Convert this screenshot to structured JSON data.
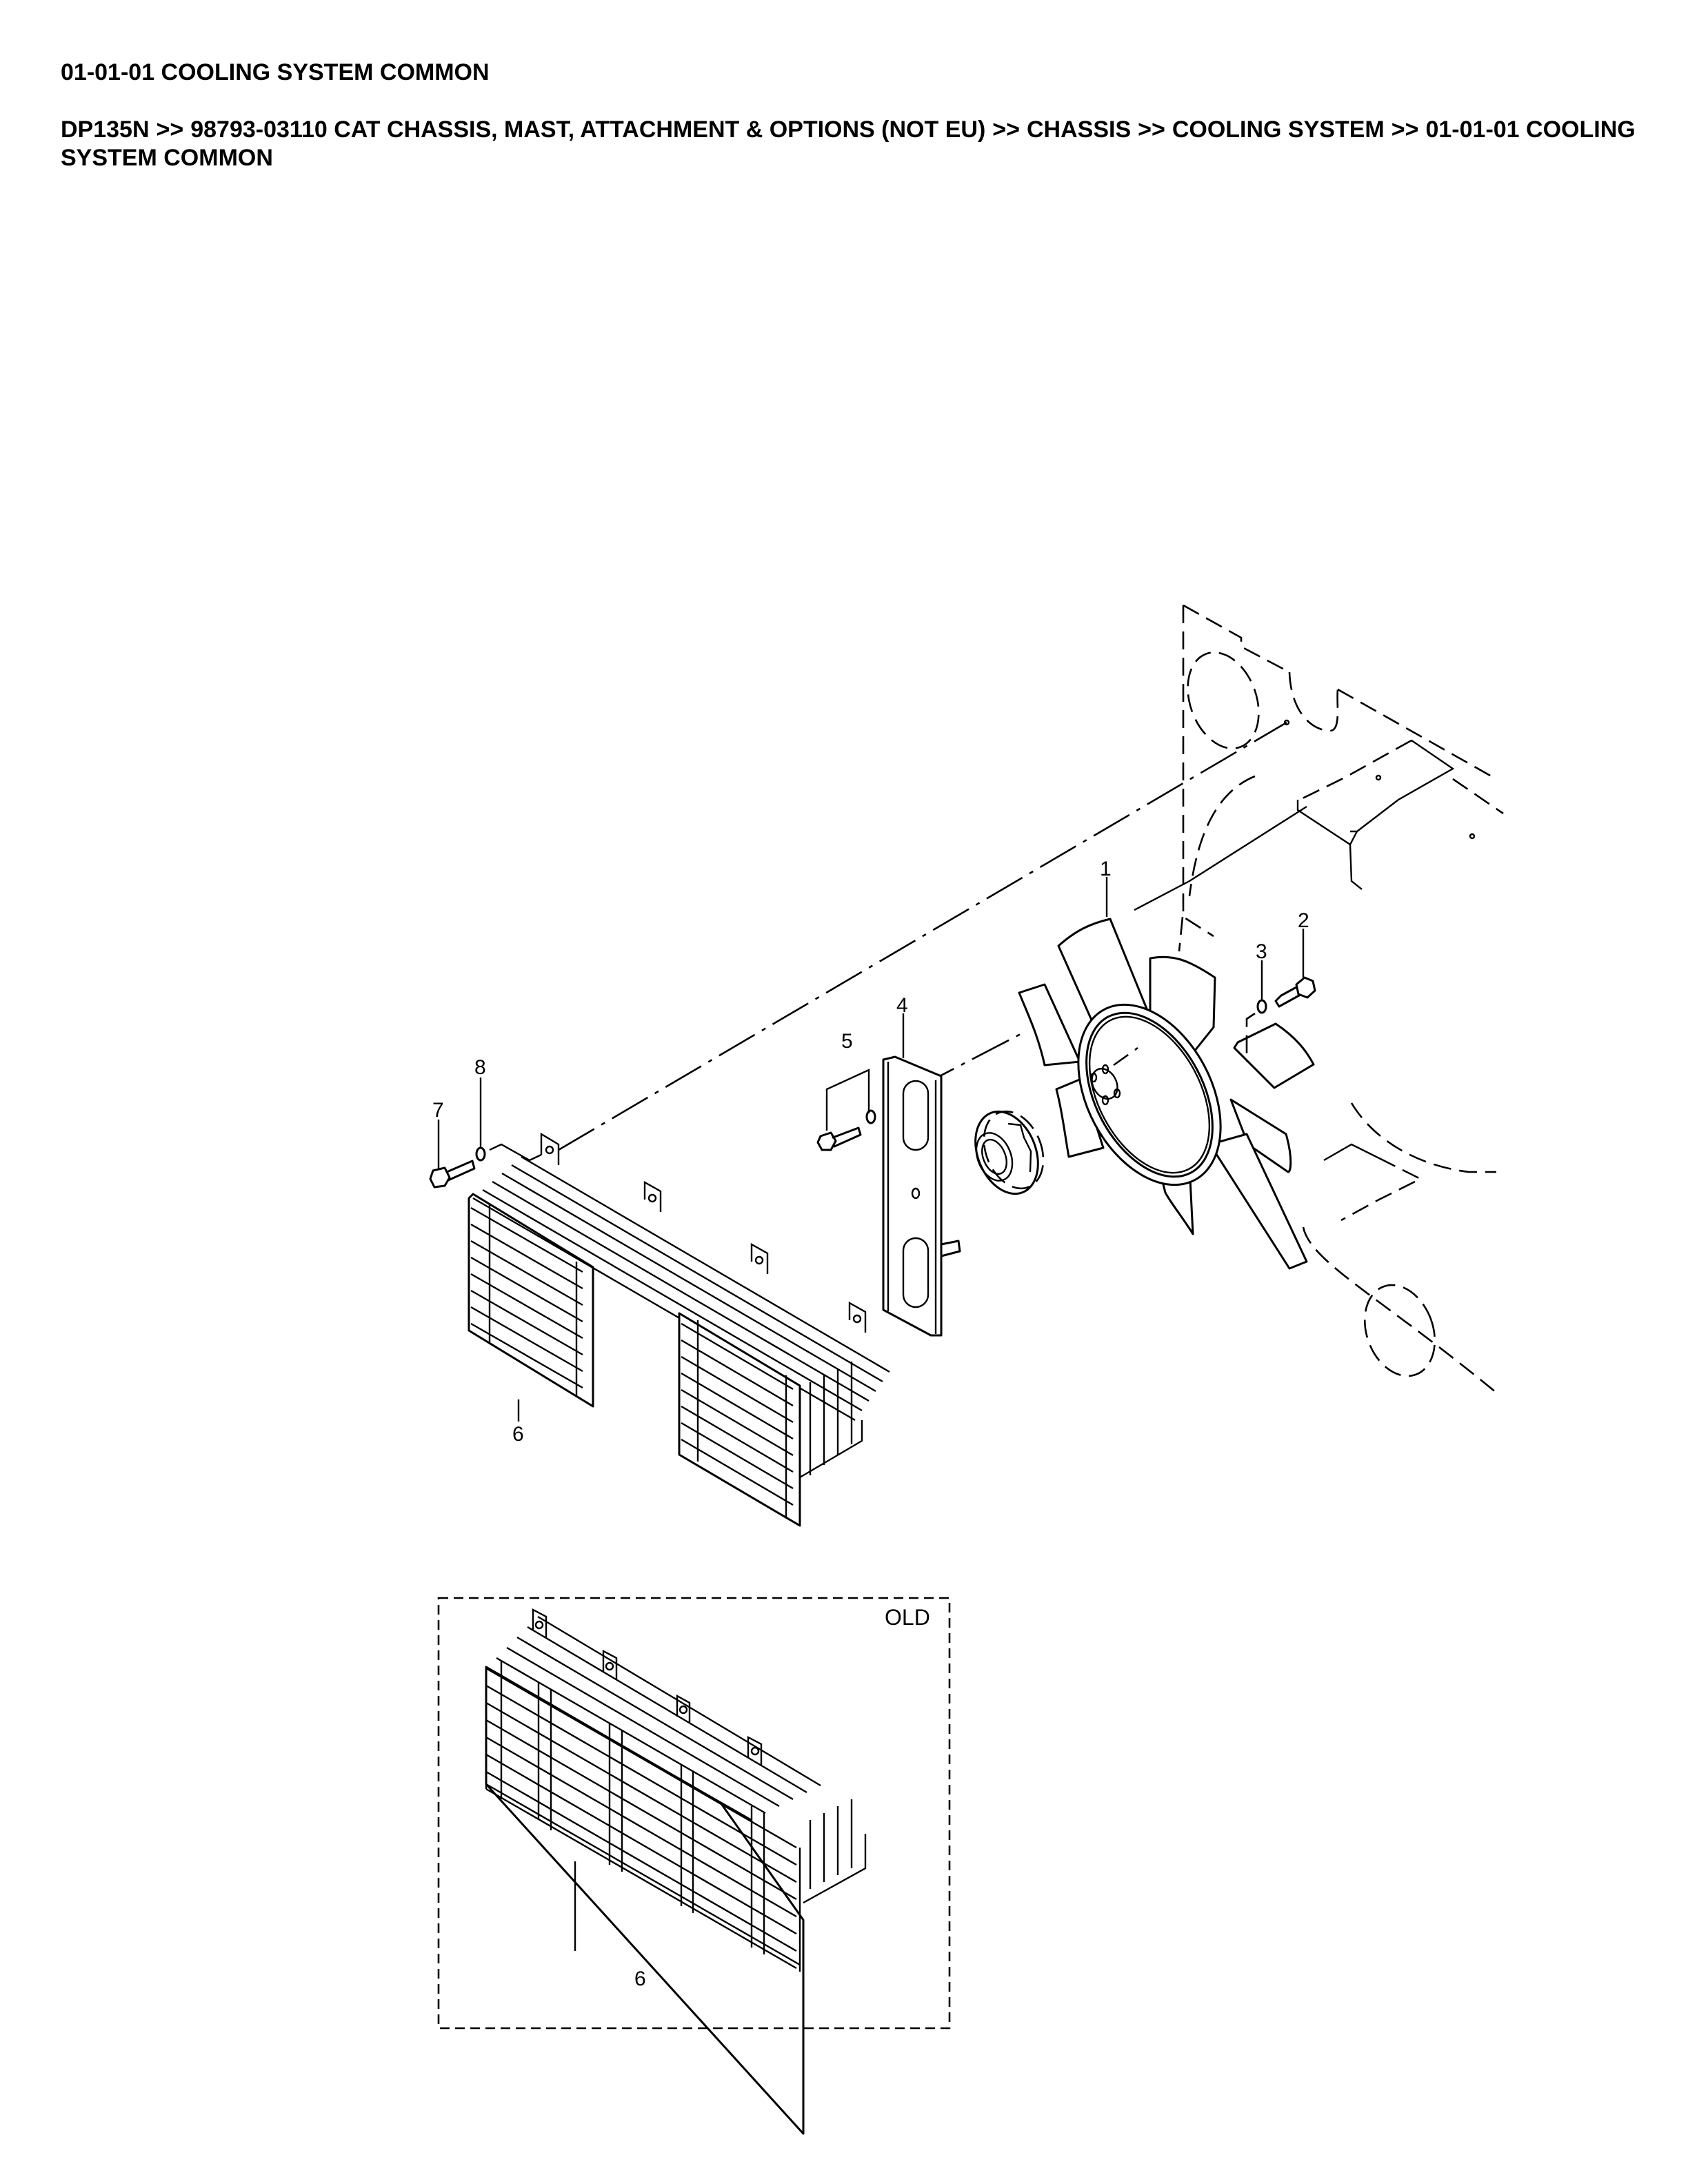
{
  "page": {
    "title": "01-01-01 COOLING SYSTEM COMMON",
    "breadcrumb": {
      "items": [
        "DP135N",
        "98793-03110 CAT CHASSIS, MAST, ATTACHMENT & OPTIONS (NOT EU)",
        "CHASSIS",
        "COOLING SYSTEM",
        "01-01-01 COOLING SYSTEM COMMON"
      ],
      "separator": ">>"
    }
  },
  "diagram": {
    "callouts": [
      {
        "id": "1",
        "label": "1",
        "part": "fan"
      },
      {
        "id": "2",
        "label": "2",
        "part": "bolt"
      },
      {
        "id": "3",
        "label": "3",
        "part": "washer"
      },
      {
        "id": "4",
        "label": "4",
        "part": "bracket"
      },
      {
        "id": "5",
        "label": "5",
        "part": "bolt-washer-set"
      },
      {
        "id": "6",
        "label": "6",
        "part": "fan-guard"
      },
      {
        "id": "7",
        "label": "7",
        "part": "bolt"
      },
      {
        "id": "8",
        "label": "8",
        "part": "washer"
      }
    ],
    "old_box": {
      "label": "OLD",
      "callout": "6"
    }
  }
}
